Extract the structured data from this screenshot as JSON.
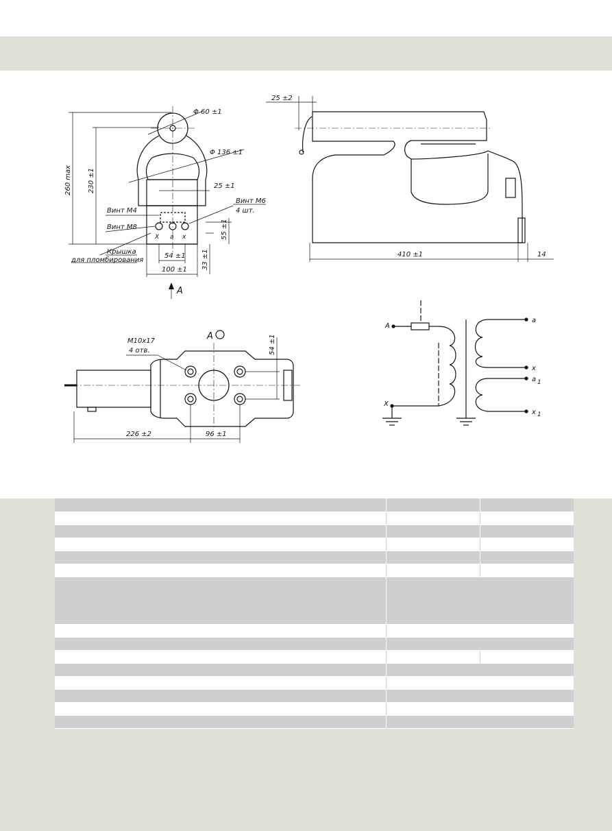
{
  "drawing": {
    "front_view": {
      "dimensions": {
        "d60": "Φ 60 ±1",
        "d136": "Φ 136 ±1",
        "h260": "260 max",
        "h230": "230 ±1",
        "w25": "25 ±1",
        "h55": "55 ±1",
        "w54": "54 ±1",
        "h33": "33 ±1",
        "w100": "100 ±1"
      },
      "labels": {
        "screw_m4": "Винт М4",
        "screw_m8": "Винт М8",
        "screw_m6": "Винт М6",
        "screw_m6_qty": "4 шт.",
        "cover": "Крышка",
        "cover_purpose": "для пломбирования",
        "view_arrow": "А"
      },
      "terminals": [
        "Х",
        "а",
        "х"
      ]
    },
    "side_view": {
      "dimensions": {
        "top": "25 ±2",
        "length": "410 ±1",
        "extra": "14"
      }
    },
    "bottom_view": {
      "title": "А",
      "dimensions": {
        "holes": "М10х17",
        "holes_qty": "4 отв.",
        "h54": "54 ±1",
        "w226": "226 ±2",
        "w96": "96 ±1"
      }
    },
    "schematic": {
      "primary": [
        "А",
        "Х"
      ],
      "secondary": [
        "а",
        "х",
        "a",
        "x"
      ],
      "subscript": "1"
    }
  },
  "spec_table": {
    "rows": [
      {
        "shade": "g",
        "layout": "3",
        "height": 20
      },
      {
        "shade": "w",
        "layout": "3",
        "height": 19
      },
      {
        "shade": "g",
        "layout": "3",
        "height": 19
      },
      {
        "shade": "w",
        "layout": "3",
        "height": 19
      },
      {
        "shade": "g",
        "layout": "3",
        "height": 19
      },
      {
        "shade": "w",
        "layout": "3",
        "height": 19
      },
      {
        "shade": "g",
        "layout": "2",
        "height": 69
      },
      {
        "shade": "w",
        "layout": "2",
        "height": 19
      },
      {
        "shade": "g",
        "layout": "2",
        "height": 19
      },
      {
        "shade": "w",
        "layout": "3",
        "height": 19
      },
      {
        "shade": "g",
        "layout": "2",
        "height": 19
      },
      {
        "shade": "w",
        "layout": "2",
        "height": 19
      },
      {
        "shade": "g",
        "layout": "2",
        "height": 19
      },
      {
        "shade": "w",
        "layout": "2",
        "height": 19
      },
      {
        "shade": "g",
        "layout": "2",
        "height": 19
      }
    ]
  }
}
